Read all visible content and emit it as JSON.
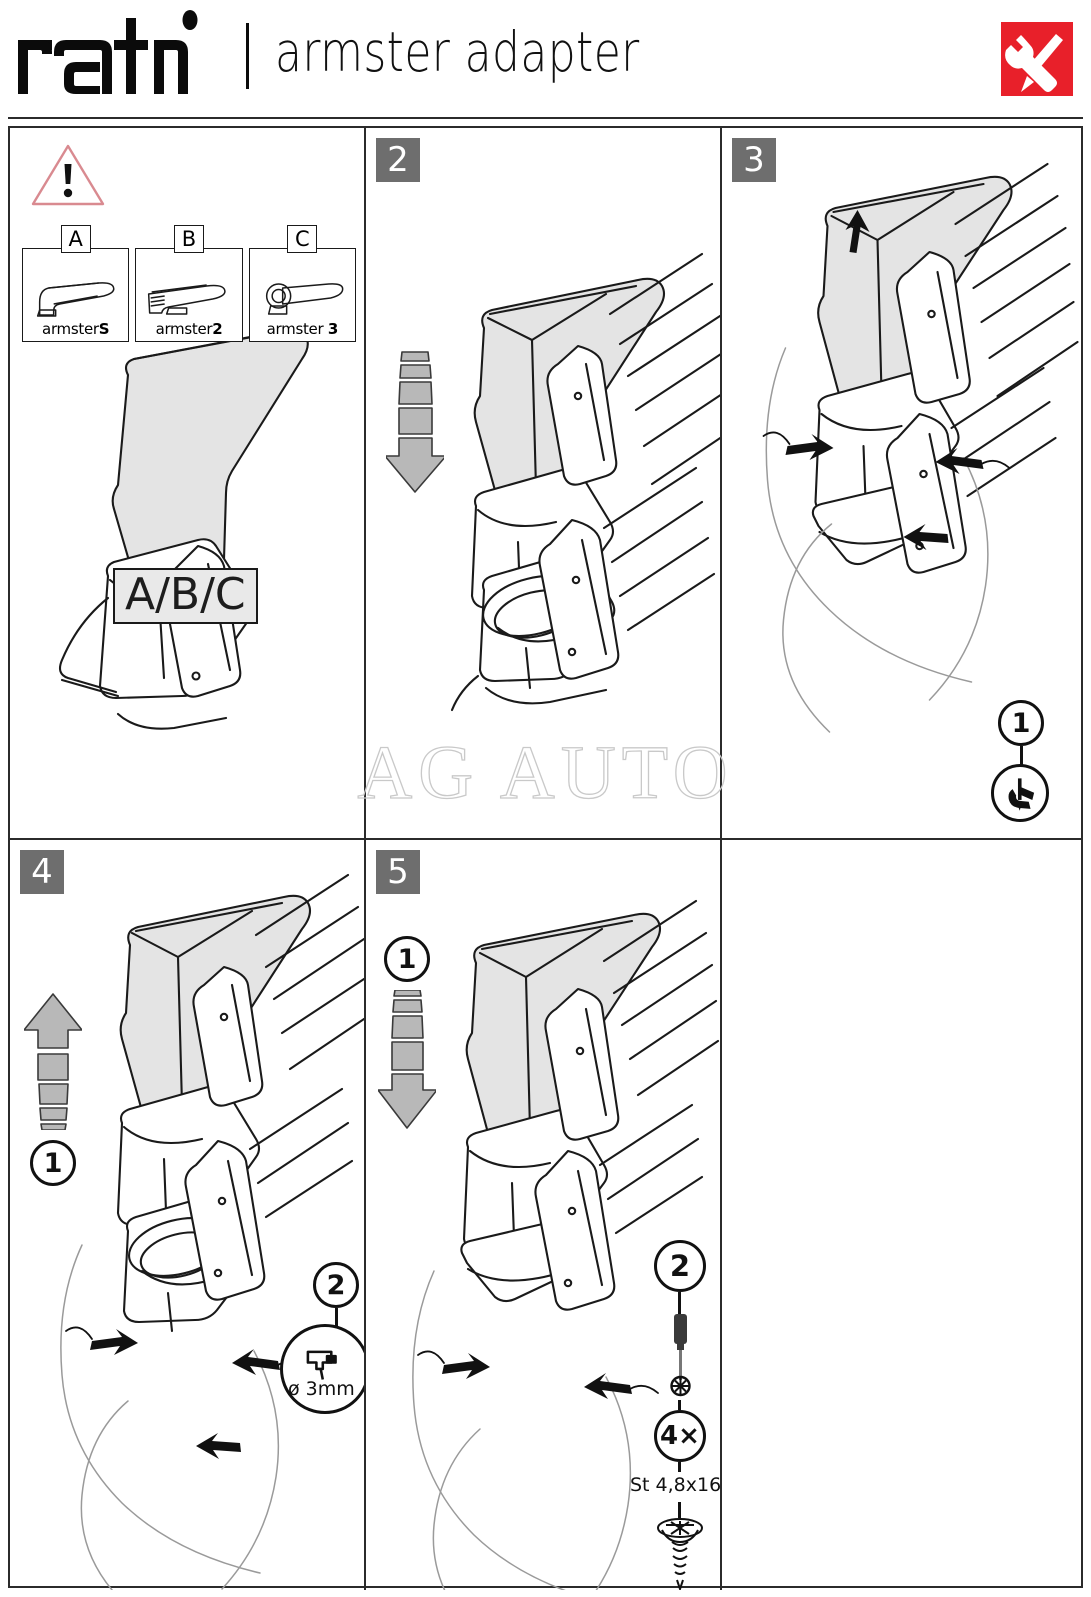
{
  "header": {
    "brand": "rati",
    "title": "armster adapter",
    "tool_icon": "wrench-screwdriver-icon",
    "badge_color": "#e8202a"
  },
  "watermark": "AG AUTO",
  "colors": {
    "step_badge_bg": "#6e6e6e",
    "warning_outline": "#d98a90",
    "part_fill": "#e4e4e4",
    "line": "#1a1a1a"
  },
  "panels": [
    {
      "id": "panel-1",
      "step": "",
      "warning_icon": "warning-triangle-icon",
      "overlay_label": "A/B/C",
      "variants": [
        {
          "letter": "A",
          "label_prefix": "armster",
          "label_suffix": "S",
          "icon": "armster-s-icon"
        },
        {
          "letter": "B",
          "label_prefix": "armster",
          "label_suffix": "2",
          "icon": "armster-2-icon"
        },
        {
          "letter": "C",
          "label_prefix": "armster",
          "label_suffix": "3",
          "icon": "armster-3-icon"
        }
      ]
    },
    {
      "id": "panel-2",
      "step": "2",
      "arrow": {
        "direction": "down",
        "icon": "segmented-arrow-down-icon"
      }
    },
    {
      "id": "panel-3",
      "step": "3",
      "callouts": [
        {
          "number": "1",
          "icon": "hand-pull-icon"
        }
      ]
    },
    {
      "id": "panel-4",
      "step": "4",
      "arrow": {
        "direction": "up",
        "icon": "segmented-arrow-up-icon"
      },
      "arrow_marker": "1",
      "callouts": [
        {
          "number": "2",
          "icon": "drill-icon",
          "spec": "ø 3mm"
        }
      ]
    },
    {
      "id": "panel-5",
      "step": "5",
      "arrow": {
        "direction": "down",
        "icon": "segmented-arrow-down-icon"
      },
      "arrow_marker": "1",
      "callouts": [
        {
          "number": "2",
          "icon": "screwdriver-icon",
          "quantity": "4×",
          "spec": "St 4,8x16",
          "fastener_icon": "screw-icon"
        }
      ]
    },
    {
      "id": "panel-6",
      "step": ""
    }
  ]
}
